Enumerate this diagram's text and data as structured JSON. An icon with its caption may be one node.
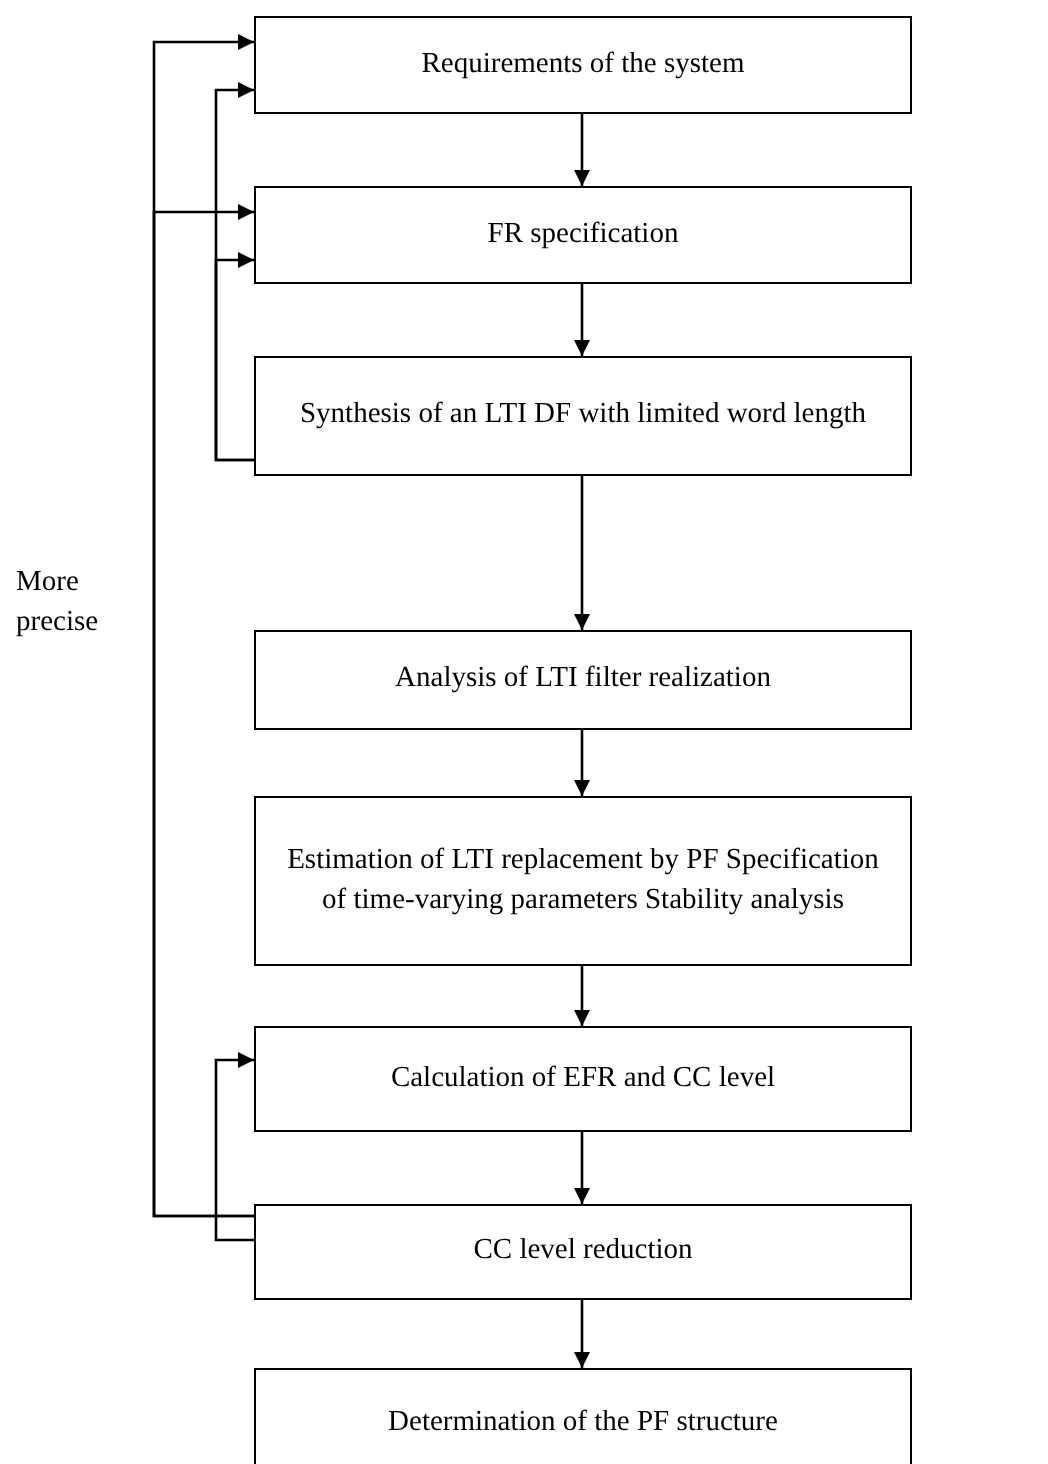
{
  "diagram": {
    "nodes": [
      {
        "text": [
          "Requirements of the system"
        ]
      },
      {
        "text": [
          "FR specification"
        ]
      },
      {
        "text": [
          "Synthesis of an LTI DF with limited word length"
        ]
      },
      {
        "text": [
          "Analysis of LTI filter realization"
        ]
      },
      {
        "text": [
          "Estimation of LTI replacement by PF Specification of time-varying parameters Stability analysis"
        ]
      },
      {
        "text": [
          "Calculation of EFR and CC level"
        ]
      },
      {
        "text": [
          "CC level reduction"
        ]
      },
      {
        "text": [
          "Determination of the PF structure"
        ]
      }
    ],
    "edges": [
      {
        "from": 0,
        "to": 1,
        "arrow": "to"
      },
      {
        "from": 1,
        "to": 2,
        "arrow": "to"
      },
      {
        "from": 2,
        "to": 3,
        "arrow": "to"
      },
      {
        "from": 3,
        "to": 4,
        "arrow": "to"
      },
      {
        "from": 4,
        "to": 5,
        "arrow": "to"
      },
      {
        "from": 5,
        "to": 6,
        "arrow": "to"
      },
      {
        "from": 6,
        "to": 7,
        "arrow": "to"
      },
      {
        "from": 2,
        "to": 0,
        "arrow": "to"
      },
      {
        "from": 2,
        "to": 1,
        "arrow": "to"
      },
      {
        "from": 6,
        "to": 0,
        "arrow": "to"
      },
      {
        "from": 6,
        "to": 1,
        "arrow": "to"
      },
      {
        "from": 6,
        "to": 5,
        "arrow": "to"
      }
    ],
    "labels": [
      "More precise"
    ]
  }
}
